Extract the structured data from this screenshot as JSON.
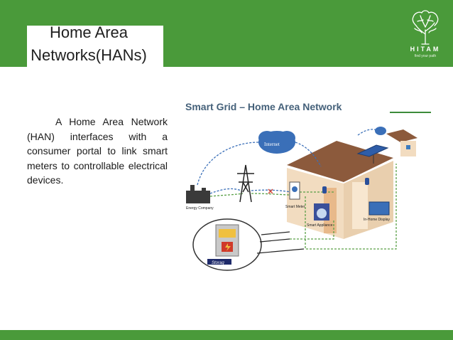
{
  "slide": {
    "title": "Home Area Networks(HANs)",
    "body": "A Home Area Network (HAN) interfaces with a consumer portal to link smart meters to controllable electrical devices."
  },
  "logo": {
    "name": "HITAM",
    "tagline": "find your path",
    "icon": "tree-brain-icon"
  },
  "diagram": {
    "title": "Smart Grid – Home Area Network",
    "labels": {
      "internet": "Internet",
      "energy_company": "Energy Company",
      "smart_meter": "Smart Meter",
      "smart_appliance": "Smart Appliance",
      "in_home_display": "In-Home Display",
      "storage": "Storag"
    }
  },
  "colors": {
    "band": "#4a9a3a",
    "diagram_title": "#45617a",
    "roof": "#8c5a3c",
    "wall": "#f2dcc0"
  }
}
